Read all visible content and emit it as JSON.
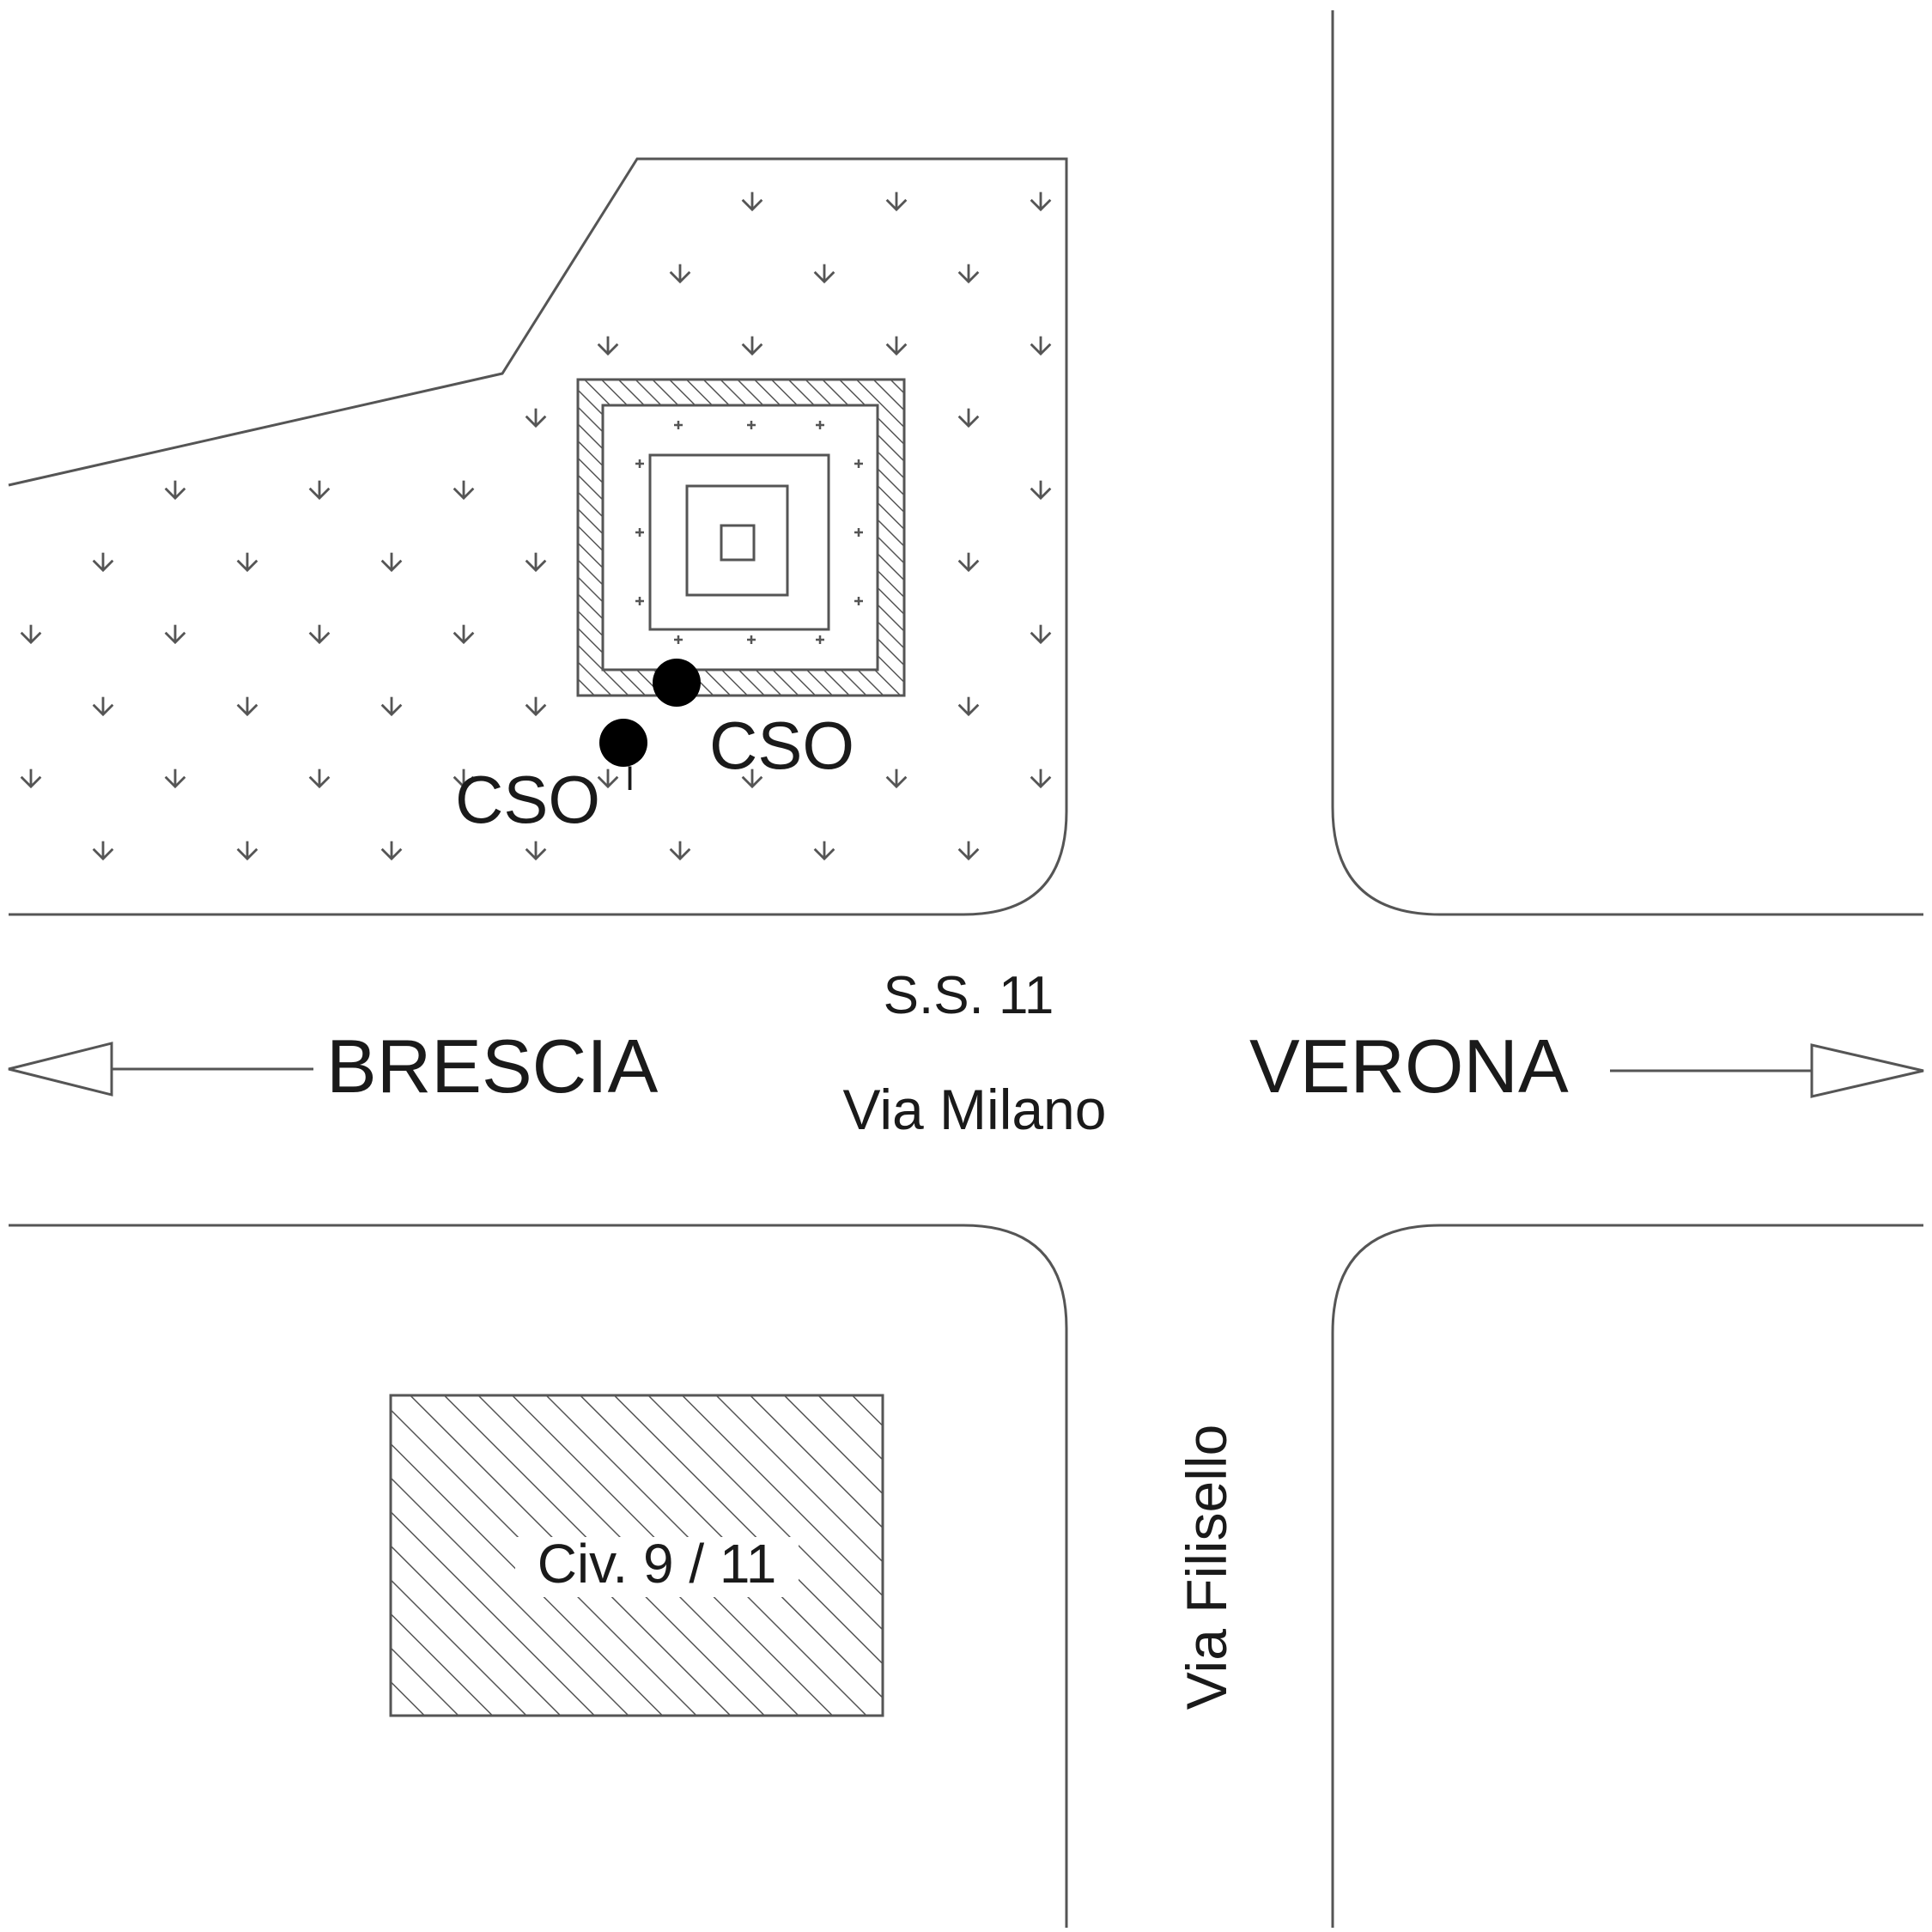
{
  "labels": {
    "road": "S.S. 11",
    "road_name": "Via Milano",
    "west_destination": "BRESCIA",
    "east_destination": "VERONA",
    "cross_street": "Via Filisello",
    "building": "Civ. 9 / 11",
    "point_a": "CSO",
    "point_b": "CSO",
    "point_b_mark": "I"
  },
  "colors": {
    "line": "#555555",
    "text": "#1a1a1a",
    "point": "#000000",
    "background": "#ffffff"
  },
  "icons": {
    "vegetation_symbol": "grass-arrow-icon",
    "west_arrow": "arrow-left-icon",
    "east_arrow": "arrow-right-icon"
  }
}
